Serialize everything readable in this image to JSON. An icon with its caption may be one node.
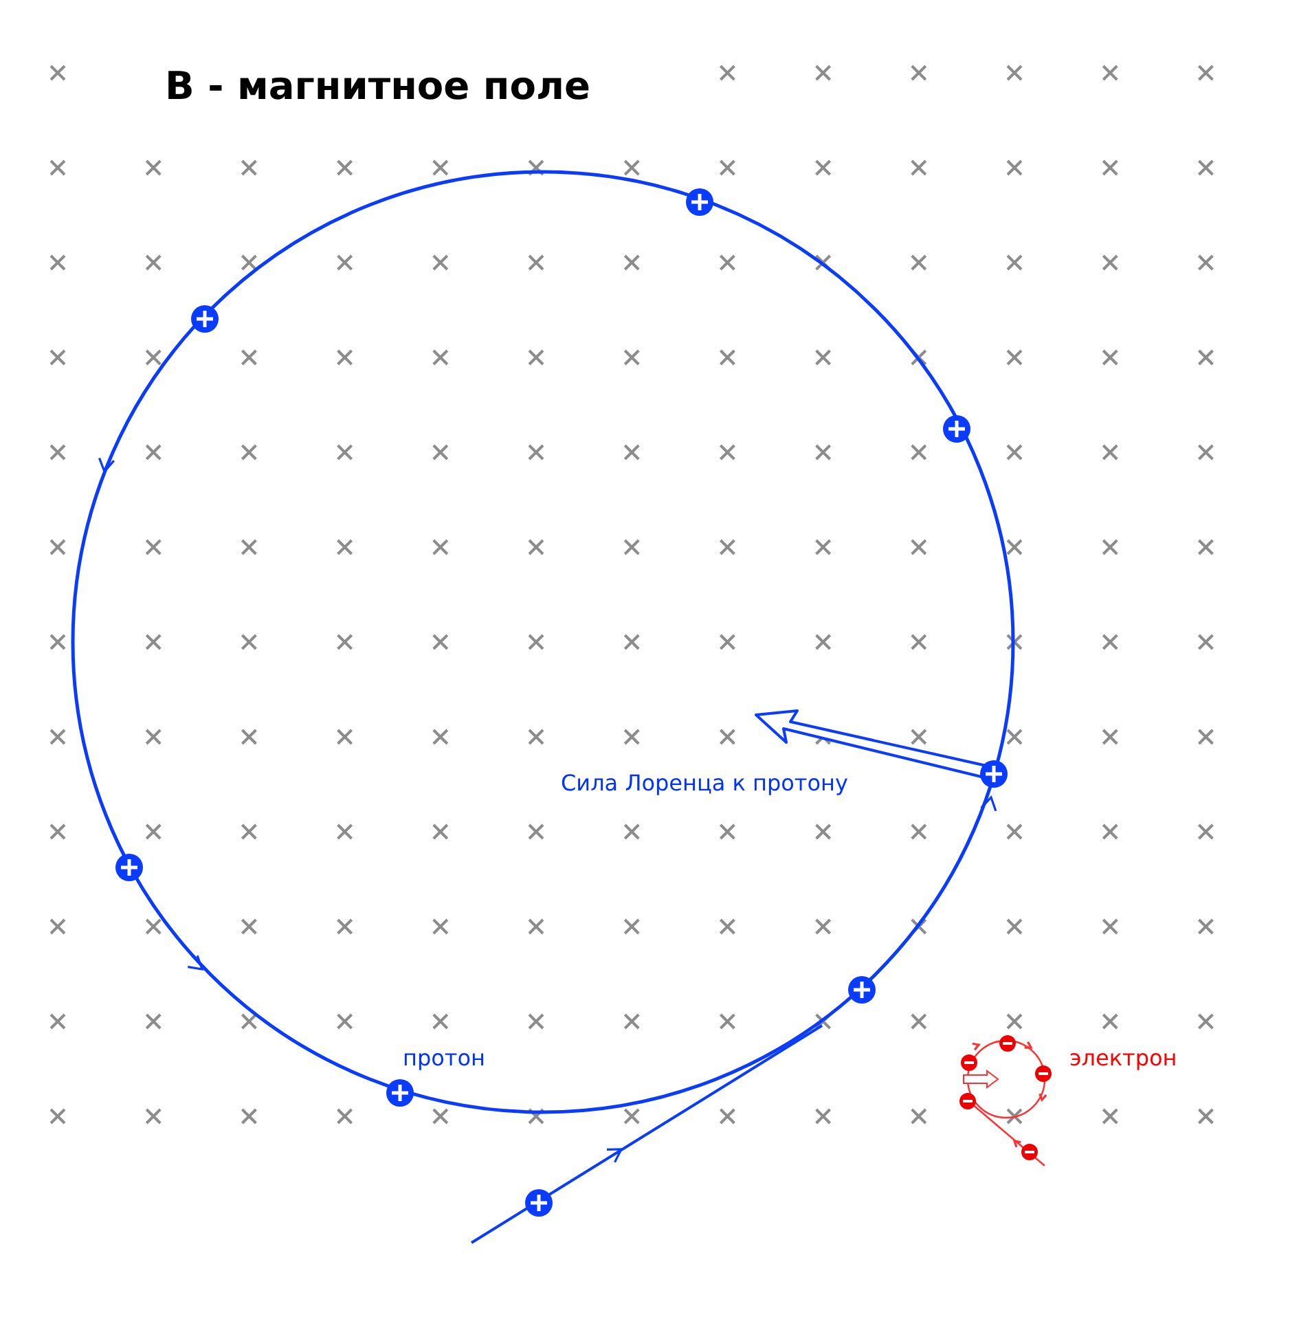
{
  "diagram": {
    "title": "B - магнитное поле",
    "labels": [
      "Сила Лоренца к протону",
      "протон",
      "электрон"
    ]
  }
}
